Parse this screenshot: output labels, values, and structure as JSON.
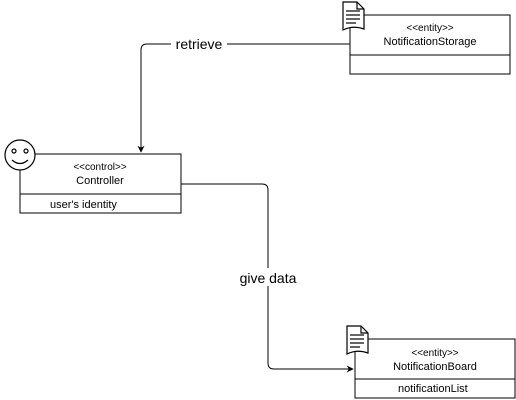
{
  "classes": {
    "storage": {
      "stereotype": "<<entity>>",
      "name": "NotificationStorage",
      "attribute": "",
      "icon": "document-icon"
    },
    "controller": {
      "stereotype": "<<control>>",
      "name": "Controller",
      "attribute": "user's identity",
      "icon": "smiley-face-icon"
    },
    "board": {
      "stereotype": "<<entity>>",
      "name": "NotificationBoard",
      "attribute": "notificationList",
      "icon": "document-icon"
    }
  },
  "edges": {
    "retrieve": {
      "label": "retrieve"
    },
    "give_data": {
      "label": "give data"
    }
  }
}
